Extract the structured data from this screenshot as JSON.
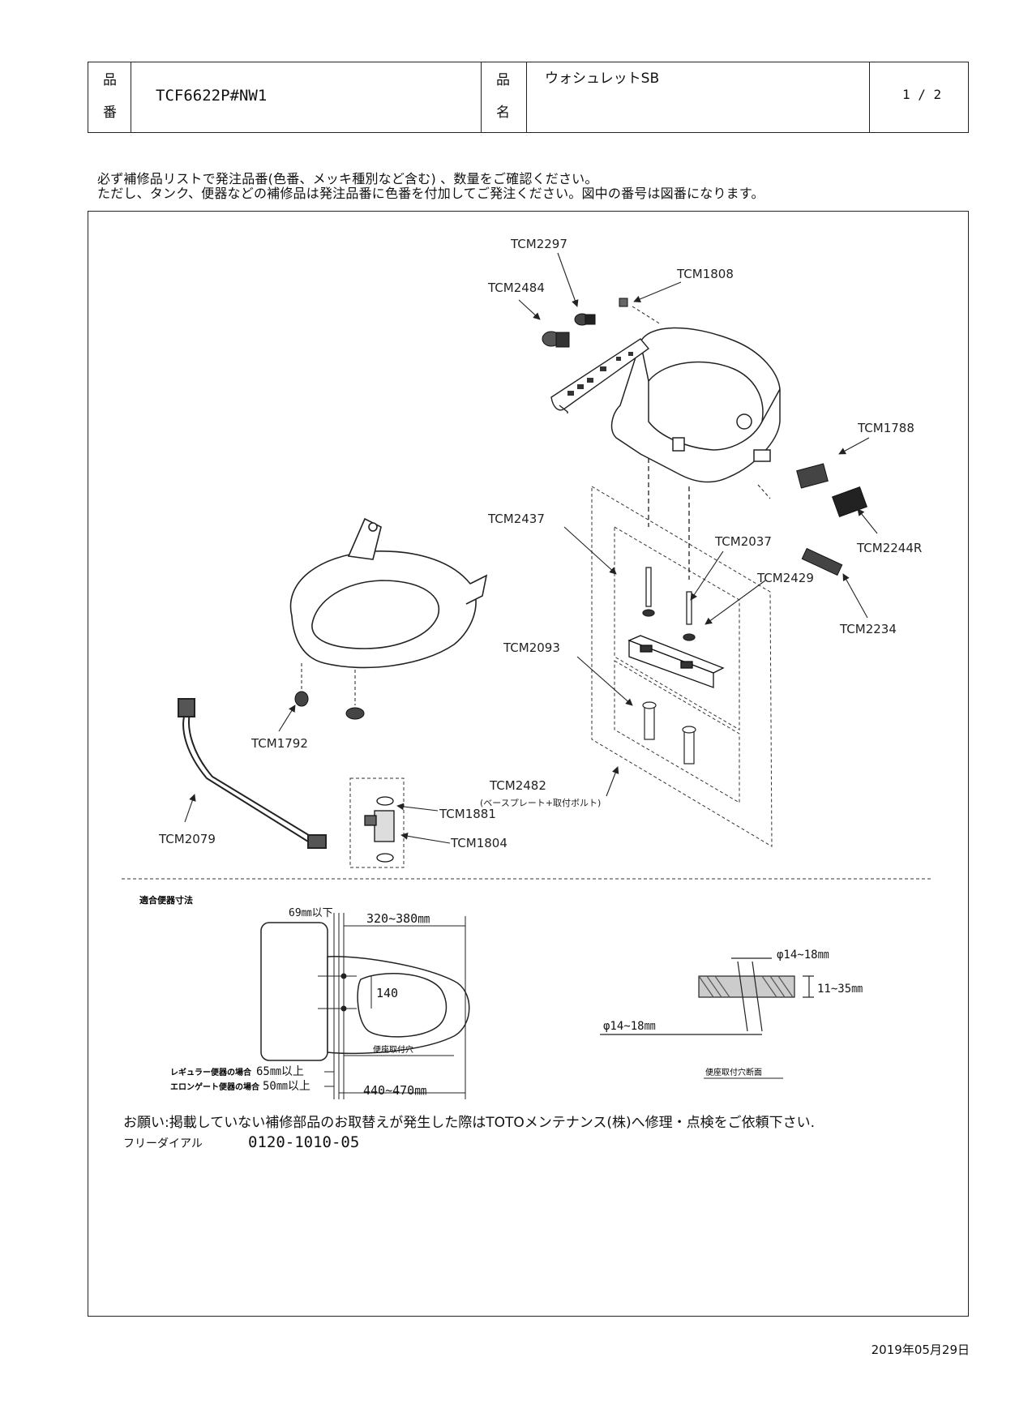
{
  "header": {
    "part_no_label_1": "品",
    "part_no_label_2": "番",
    "part_no": "TCF6622P#NW1",
    "name_label_1": "品",
    "name_label_2": "名",
    "product_name": "ウォシュレットSB",
    "page": "1 / 2"
  },
  "notice": {
    "line1": "必ず補修品リストで発注品番(色番、メッキ種別など含む) 、数量をご確認ください。",
    "line2": "ただし、タンク、便器などの補修品は発注品番に色番を付加してご発注ください。図中の番号は図番になります。"
  },
  "parts": {
    "tcm2297": "TCM2297",
    "tcm1808": "TCM1808",
    "tcm2484": "TCM2484",
    "tcm1788": "TCM1788",
    "tcm2244r": "TCM2244R",
    "tcm2437": "TCM2437",
    "tcm2037": "TCM2037",
    "tcm2429": "TCM2429",
    "tcm2234": "TCM2234",
    "tcm2093": "TCM2093",
    "tcm1792": "TCM1792",
    "tcm2482": "TCM2482",
    "tcm2482_note": "(ベースプレート+取付ボルト)",
    "tcm1881": "TCM1881",
    "tcm1804": "TCM1804",
    "tcm2079": "TCM2079"
  },
  "dimensions": {
    "section_title": "適合便器寸法",
    "d69": "69㎜以下",
    "d320_380": "320~380㎜",
    "d140": "140",
    "hole_label": "便座取付穴",
    "regular": "レギュラー便器の場合",
    "regular_val": "65㎜以上",
    "elongate": "エロンゲート便器の場合",
    "elongate_val": "50㎜以上",
    "d440_470": "440~470㎜",
    "phi_top": "φ14~18㎜",
    "thickness": "11~35㎜",
    "phi_bottom": "φ14~18㎜",
    "section_label": "便座取付穴断面"
  },
  "footer": {
    "request": "お願い:掲載していない補修部品のお取替えが発生した際はTOTOメンテナンス(株)へ修理・点検をご依頼下さい.",
    "freedial_label": "フリーダイアル",
    "freedial": "0120-1010-05"
  },
  "date": "2019年05月29日"
}
